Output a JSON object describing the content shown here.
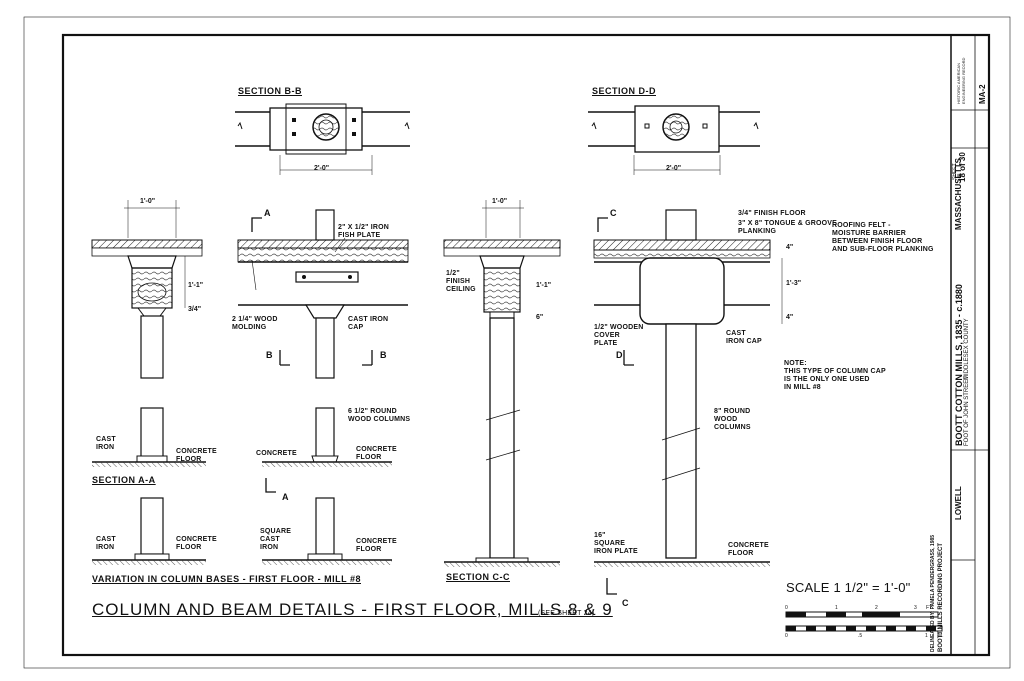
{
  "drawing": {
    "title": "COLUMN AND BEAM DETAILS - FIRST FLOOR, MILLS 8 & 9",
    "see_sheet": "(SEE SHEET 24)",
    "variation_title": "VARIATION IN COLUMN BASES - FIRST FLOOR - MILL #8"
  },
  "sections": {
    "bb": "SECTION B-B",
    "dd": "SECTION D-D",
    "aa": "SECTION A-A",
    "cc": "SECTION C-C"
  },
  "dimensions": {
    "two_ft": "2'-0\"",
    "one_ft": "1'-0\"",
    "one_one": "1'-1\"",
    "three_q": "3/4\"",
    "one_three": "1'-3\"",
    "four_in": "4\"",
    "six_in": "6\""
  },
  "markers": {
    "a": "A",
    "b": "B",
    "c": "C",
    "d": "D"
  },
  "labels": {
    "iron_fish_plate": "2\" x 1/2\" IRON\nFISH PLATE",
    "wood_molding": "2 1/4\" WOOD\nMOLDING",
    "cast_iron_cap": "CAST IRON\nCAP",
    "finish_ceiling": "1/2\"\nFINISH\nCEILING",
    "finish_floor": "3/4\" FINISH FLOOR",
    "tongue_groove": "3\" x 8\" TONGUE & GROOVE\nPLANKING",
    "roofing_felt": "ROOFING FELT -\nMOISTURE BARRIER\nBETWEEN FINISH FLOOR\nAND SUB-FLOOR PLANKING",
    "wooden_cover_plate": "1/2\" WOODEN\nCOVER\nPLATE",
    "cast_iron_cap_dd": "CAST\nIRON CAP",
    "note": "NOTE:\nTHIS TYPE OF COLUMN CAP\nIS THE ONLY ONE USED\nIN MILL #8",
    "round_wood_columns_a": "6 1/2\" ROUND\nWOOD COLUMNS",
    "round_wood_columns_c": "8\" ROUND\nWOOD\nCOLUMNS",
    "cast_iron": "CAST\nIRON",
    "concrete_floor": "CONCRETE\nFLOOR",
    "concrete": "CONCRETE",
    "square_cast_iron": "SQUARE\nCAST\nIRON",
    "square_iron_plate": "16\"\nSQUARE\nIRON PLATE"
  },
  "scale": {
    "label": "SCALE  1 1/2\" = 1'-0\"",
    "ft_ticks": [
      "0",
      "1",
      "2",
      "3"
    ],
    "ft_unit": "FT.",
    "m_ticks": [
      "0",
      ".5",
      "1"
    ],
    "m_unit": "M."
  },
  "title_block": {
    "project": "BOOTT COTTON MILLS, 1835 - c.1880",
    "address": "FOOT OF JOHN STREET",
    "county": "MIDDLESEX COUNTY",
    "city": "LOWELL",
    "state": "MASSACHUSETTS",
    "sheet_label": "SHEET",
    "sheet_no": "18 of 30",
    "survey_no": "MA-2",
    "survey_name": "HISTORIC AMERICAN\nENGINEERING RECORD",
    "delineator": "DELINEATED BY: PAMELA PENDERGRASS, 1985",
    "recording_project": "BOOTT MILLS RECORDING PROJECT"
  }
}
